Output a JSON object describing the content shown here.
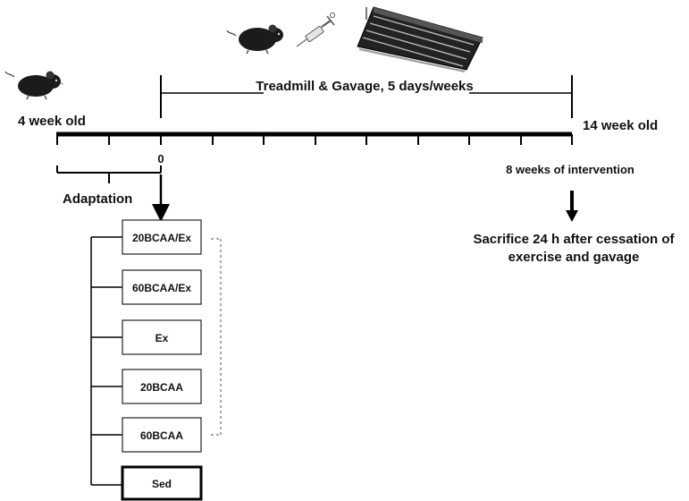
{
  "labels": {
    "start_age": "4 week old",
    "end_age": "14 week old",
    "treatment": "Treadmill & Gavage, 5 days/weeks",
    "zero_tick": "0",
    "adaptation": "Adaptation",
    "intervention": "8 weeks of intervention",
    "sacrifice_line1": "Sacrifice 24 h after cessation of",
    "sacrifice_line2": "exercise and gavage"
  },
  "groups": [
    {
      "label": "20BCAA/Ex"
    },
    {
      "label": "60BCAA/Ex"
    },
    {
      "label": "Ex"
    },
    {
      "label": "20BCAA"
    },
    {
      "label": "60BCAA"
    },
    {
      "label": "Sed"
    }
  ],
  "icons": {
    "mouse": "mouse-icon",
    "syringe": "syringe-icon",
    "treadmill": "treadmill-icon"
  }
}
